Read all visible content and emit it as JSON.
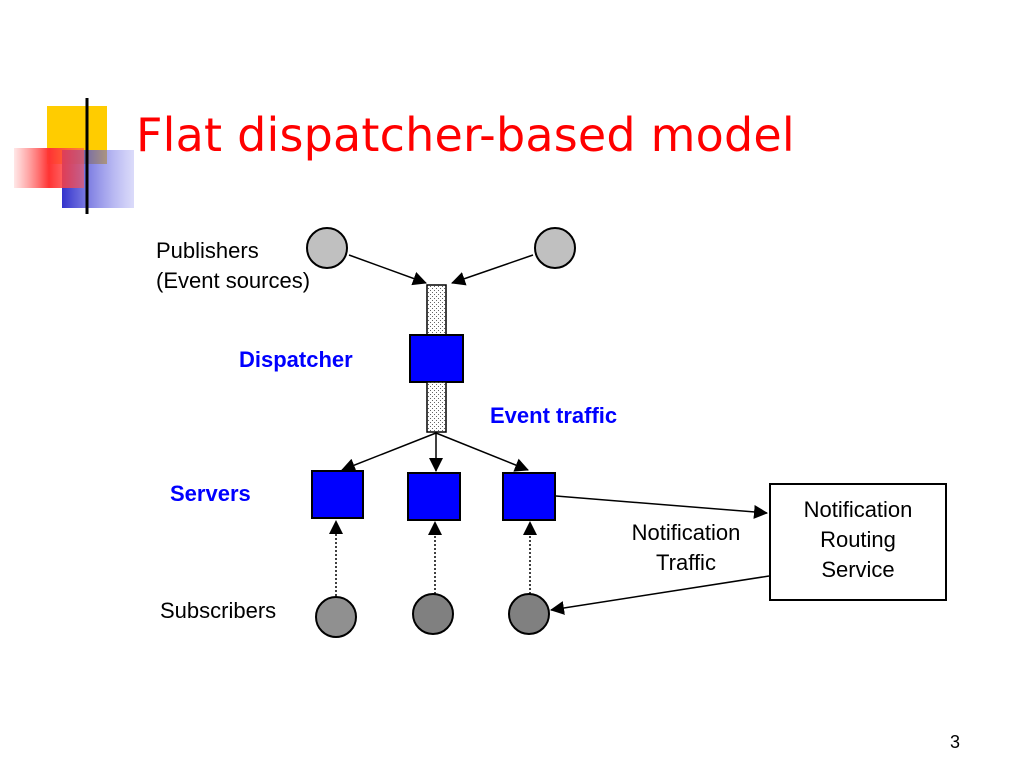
{
  "slide": {
    "title": "Flat dispatcher-based model",
    "page_number": "3"
  },
  "diagram": {
    "publishers_label": [
      "Publishers",
      "(Event sources)"
    ],
    "dispatcher_label": "Dispatcher",
    "event_traffic_label": "Event traffic",
    "servers_label": "Servers",
    "subscribers_label": "Subscribers",
    "notification_traffic_label": [
      "Notification",
      "Traffic"
    ],
    "notification_routing_service": [
      "Notification",
      "Routing",
      "Service"
    ]
  },
  "colors": {
    "title": "#ff0000",
    "node_blue": "#0000ff",
    "publisher_gray": "#c0c0c0",
    "subscriber_gray": "#808080"
  }
}
